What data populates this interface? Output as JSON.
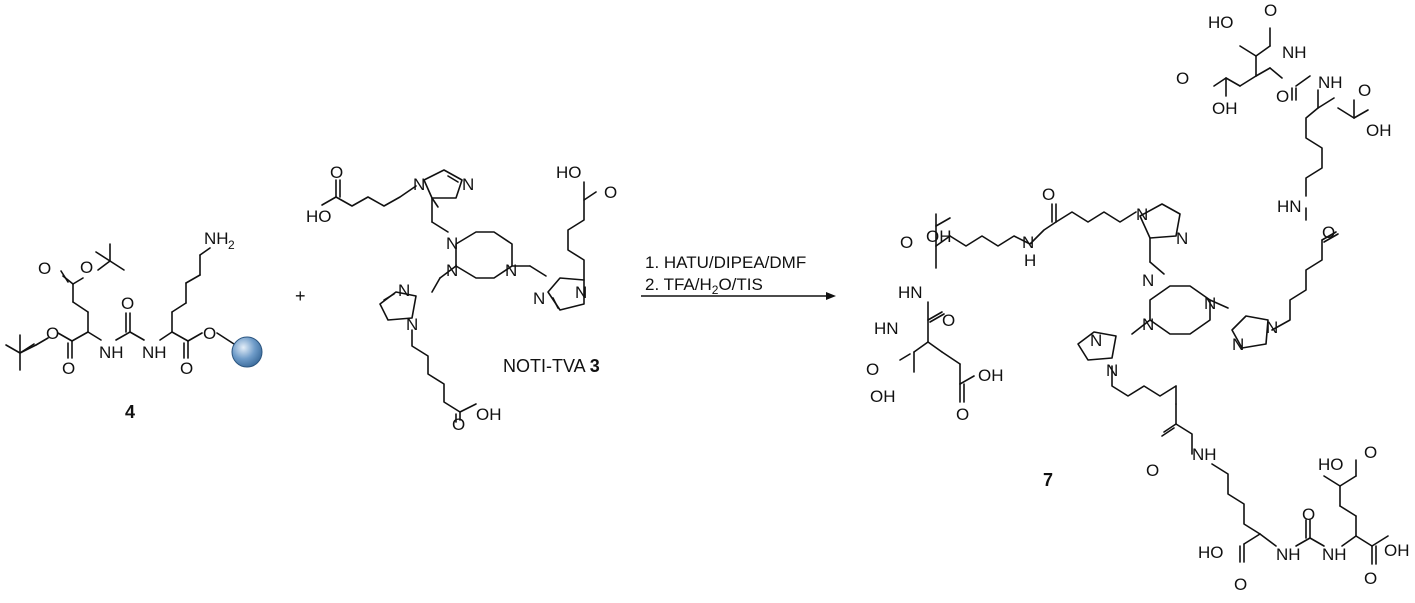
{
  "reactant_1": {
    "label": "4",
    "atoms": {
      "nh2": "NH",
      "nh2_sub": "2",
      "o": "O",
      "nh": "NH"
    }
  },
  "plus_sign": "+",
  "reactant_2": {
    "name": "NOTI-TVA",
    "label": "3",
    "atoms": {
      "ho": "HO",
      "oh": "OH",
      "o": "O",
      "n": "N"
    }
  },
  "conditions": {
    "step1": "1. HATU/DIPEA/DMF",
    "step2_prefix": "2. TFA/H",
    "step2_sub": "2",
    "step2_suffix": "O/TIS"
  },
  "product": {
    "label": "7",
    "atoms": {
      "ho": "HO",
      "oh": "OH",
      "o": "O",
      "nh": "NH",
      "hn": "HN",
      "h": "H",
      "n": "N"
    }
  },
  "colors": {
    "ink": "#111111",
    "resin_bead": "#4a7fb5",
    "resin_highlight": "#c9dcef",
    "background": "#ffffff"
  }
}
